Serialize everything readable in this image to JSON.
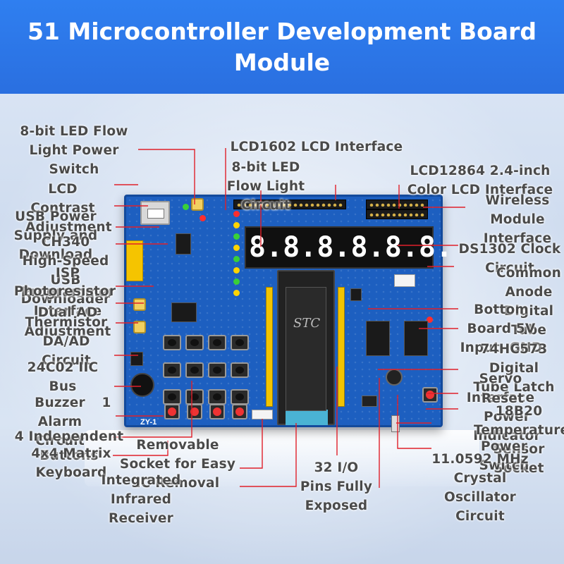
{
  "title": "51 Microcontroller Development Board\nModule",
  "colors": {
    "banner": "#2f7ff0",
    "board": "#1d5fc0",
    "callout_line": "#e0202a",
    "label_text": "#4a4a4a"
  },
  "board": {
    "chip_brand": "STC",
    "silkscreen_model": "ZY-1",
    "display_digits": [
      "8.",
      "8.",
      "8.",
      "8.",
      "8.",
      "8."
    ]
  },
  "labels": {
    "led_flow_switch": "8-bit LED Flow\nLight Power\nSwitch",
    "lcd1602": "LCD1602 LCD Interface",
    "led_flow": "8-bit LED\nFlow Light\nCircuit",
    "lcd12864": "LCD12864 2.4-inch\nColor LCD Interface",
    "lcd_contrast": "LCD\nContrast\nAdjustment",
    "usb_power": "USB Power\nSupply and\nDownload",
    "ch340": "CH340\nHigh-Speed\nUSB\nDownloader",
    "isp": "ISP\nProgrammer\nInterface",
    "photoresistor": "Photoresistor",
    "dual_ad": "Dual AD\nAdjustment",
    "thermistor": "Thermistor\nDA/AD\nCircuit",
    "eeprom": "24C02 IIC\nBus",
    "buzzer": "Buzzer\nAlarm\nCircuit",
    "independent_buttons": "4 Independent\nButtons",
    "matrix_keyboard": "4x4 Matrix\nKeyboard",
    "wireless": "Wireless\nModule\nInterface",
    "ds1302": "DS1302 Clock\nCircuit",
    "common_anode": "Common\nAnode\nDigital\nTube",
    "board_5v": "Bottom\nBoard 5V\nInput, GND",
    "hc573": "74HC573\nDigital\nTube Latch",
    "servo": "Servo\nInterface",
    "reset": "Reset",
    "power_indicator": "Power\nIndicator",
    "ds18b20": "18B20\nTemperature\nSensor\nSocket",
    "power_switch": "Power\nSwitch",
    "crystal": "11.0592 MHz\nCrystal\nOscillator\nCircuit",
    "removable_socket": "Removable\nSocket for Easy\nIC Removal",
    "infrared": "Integrated\nInfrared\nReceiver",
    "io_pins": "32 I/O\nPins Fully\nExposed",
    "bottom_1": "1"
  }
}
